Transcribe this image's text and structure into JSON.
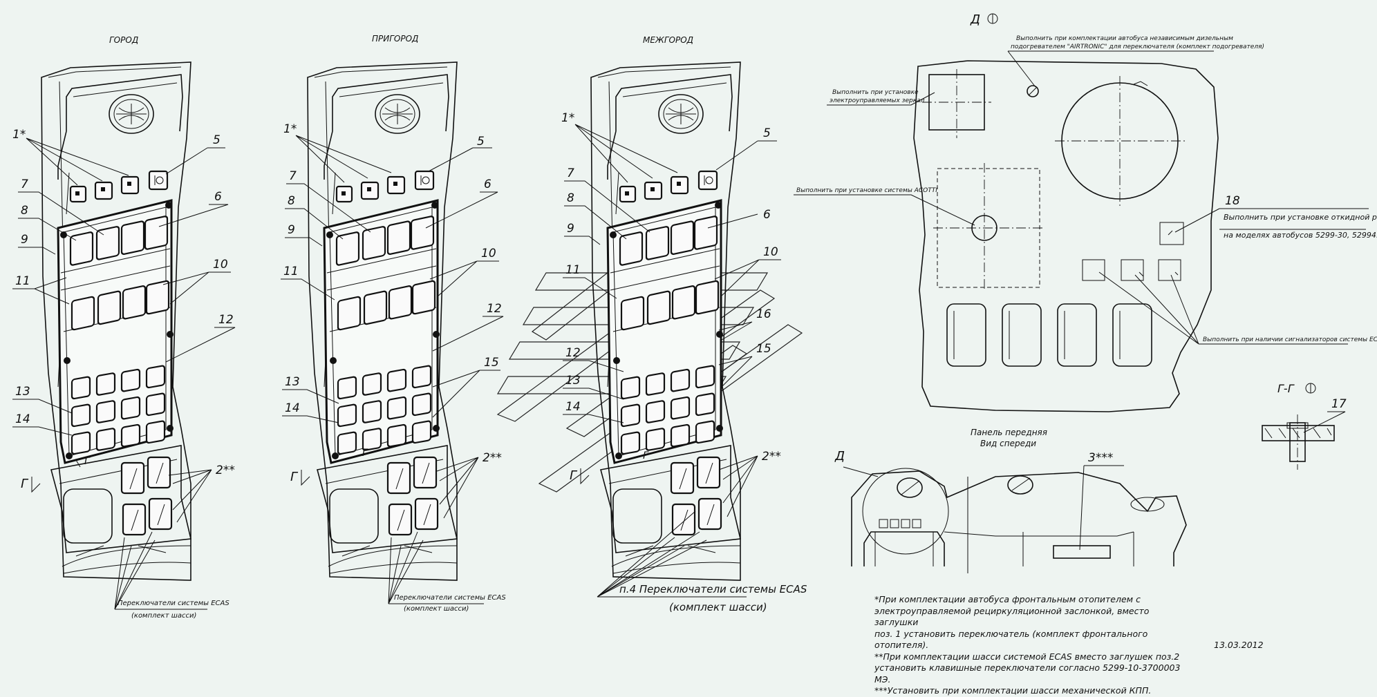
{
  "panels": [
    {
      "title": "ГОРОД"
    },
    {
      "title": "ПРИГОРОД"
    },
    {
      "title": "МЕЖГОРОД"
    }
  ],
  "callouts": {
    "c1": "1*",
    "c2": "2**",
    "c3": "3***",
    "c4": "п.4",
    "c5": "5",
    "c6": "6",
    "c7": "7",
    "c8": "8",
    "c9": "9",
    "c10": "10",
    "c11": "11",
    "c12": "12",
    "c13": "13",
    "c14": "14",
    "c15": "15",
    "c16": "16",
    "c17": "17",
    "c18": "18"
  },
  "section_labels": {
    "g": "Г",
    "d": "Д",
    "d_view": "Д",
    "gg_view": "Г-Г"
  },
  "ecas_label": {
    "line1": "Переключатели системы ECAS",
    "line2": "(комплект шасси)",
    "big_line1": "п.4 Переключатели системы ECAS",
    "big_line2": "(комплект шасси)"
  },
  "detail_notes": {
    "airtronic_1": "Выполнить при комплектации автобуса независимым дизельным",
    "airtronic_2": "подогревателем \"AIRTRONIC\" для переключателя (комплект подогревателя)",
    "mirrors_1": "Выполнить при установке",
    "mirrors_2": "электроуправляемых зеркал",
    "acotti": "Выполнить при установке системы ACOTTI",
    "ramp_1": "Выполнить при установке откидной рампы",
    "ramp_2": "на моделях автобусов 5299-30, 52994.",
    "ecas_signal": "Выполнить при наличии сигнализаторов системы ECAS"
  },
  "front_panel": {
    "line1": "Панель передняя",
    "line2": "Вид спереди"
  },
  "footnotes": [
    "*При комплектации автобуса фронтальным отопителем с",
    "электроуправляемой рециркуляционной заслонкой, вместо заглушки",
    "поз. 1 установить переключатель (комплект фронтального отопителя).",
    "**При комплектации шасси системой ECAS вместо заглушек поз.2",
    "установить клавишные переключатели согласно 5299-10-3700003 МЭ.",
    "***Установить при комплектации шасси механической КПП."
  ],
  "date": "13.03.2012"
}
